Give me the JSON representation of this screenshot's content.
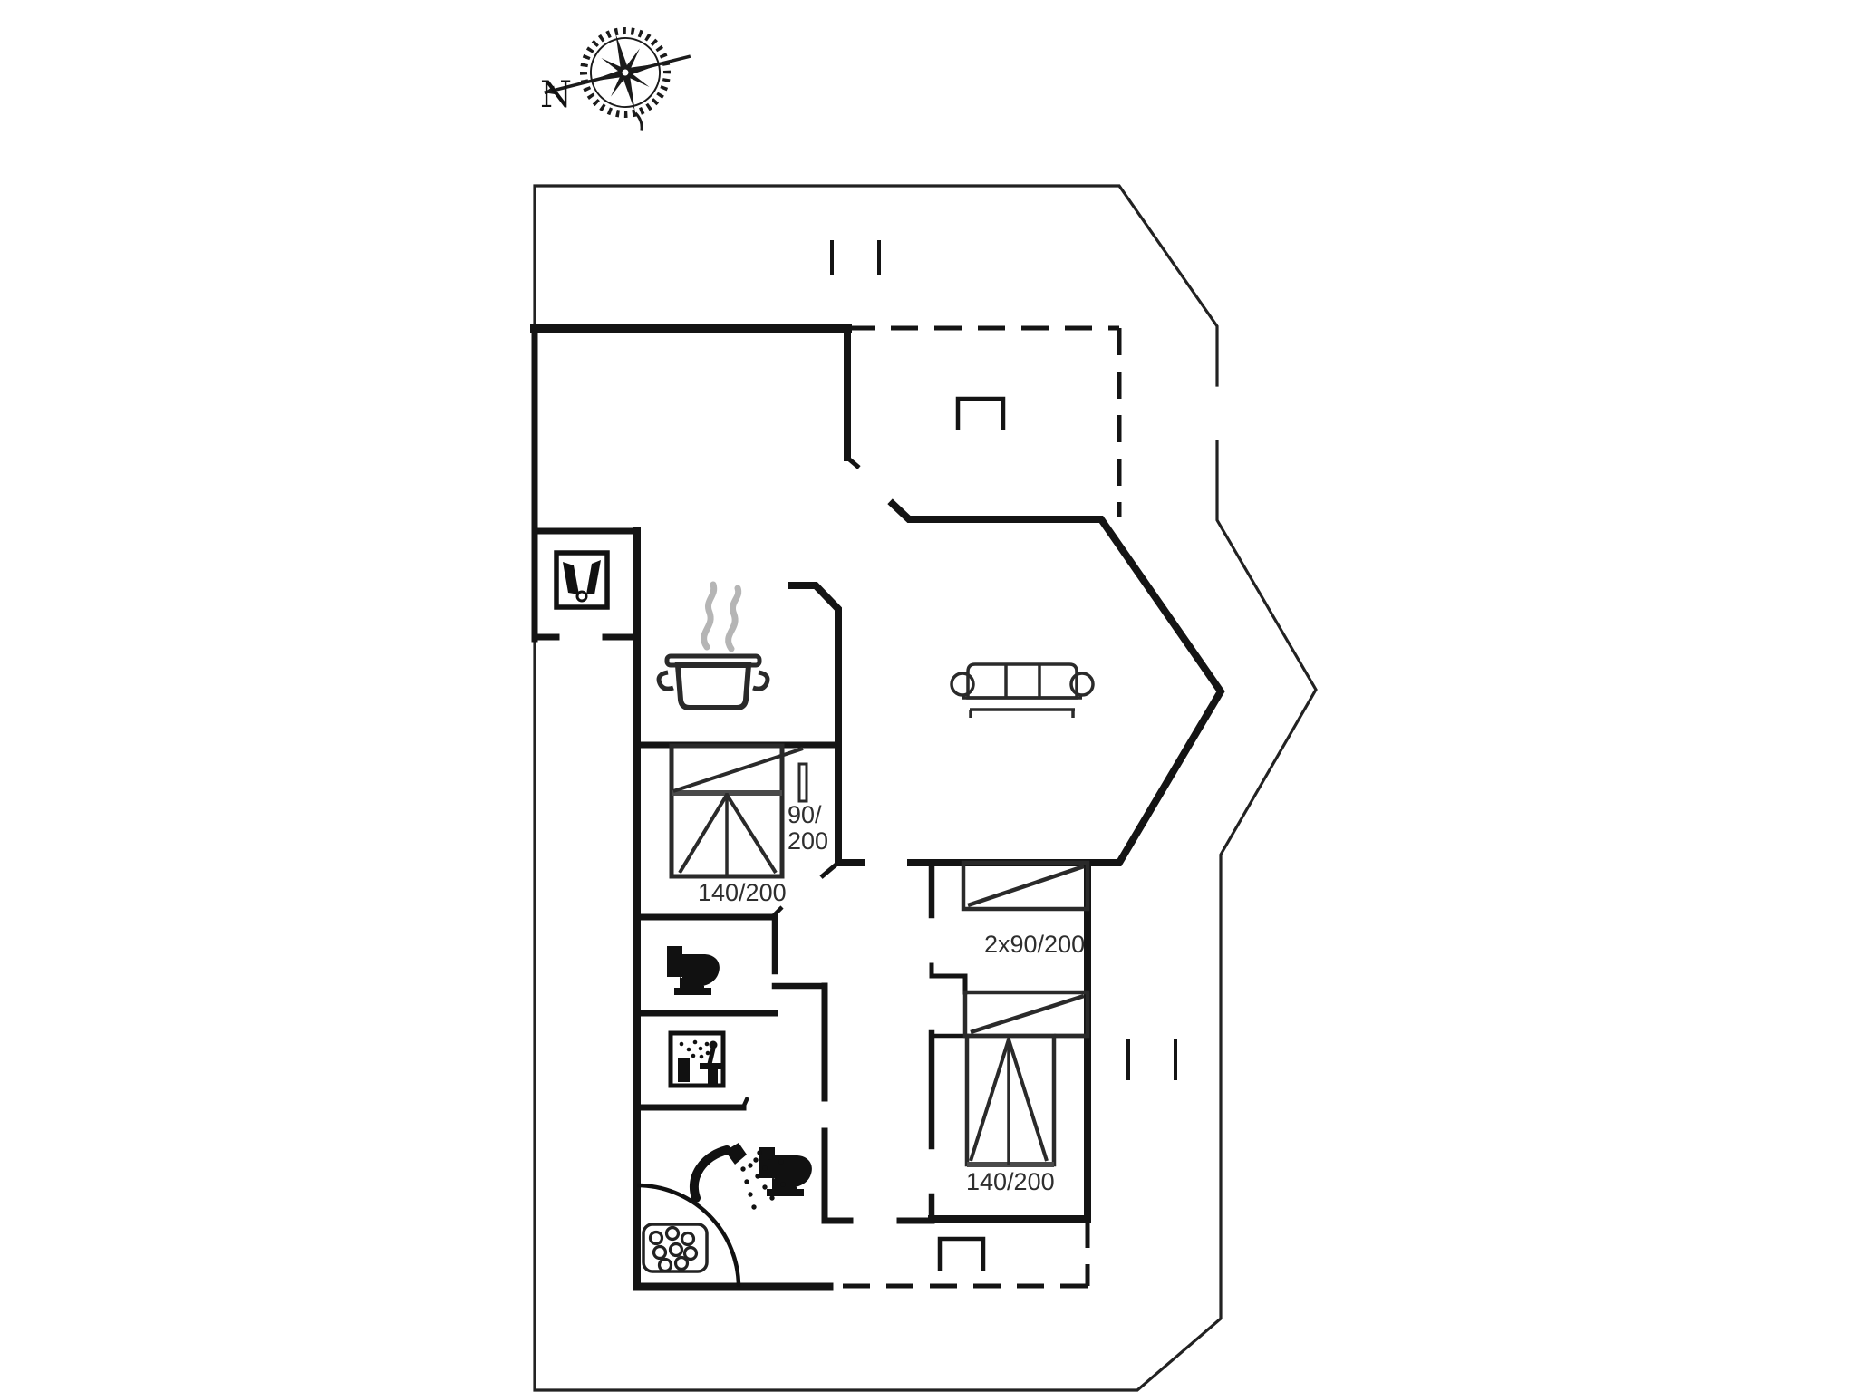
{
  "compass": {
    "north_label": "N"
  },
  "labels": {
    "bed_single_line1": "90/",
    "bed_single_line2": "200",
    "bed_double_left": "140/200",
    "bed_bunk": "2x90/200",
    "bed_double_right": "140/200"
  },
  "icons": [
    "compass-rose-icon",
    "coat-rack-icon",
    "cooking-pot-icon",
    "steam-icon",
    "sofa-icon",
    "toilet-icon",
    "sauna-icon",
    "shower-icon",
    "whirlpool-tub-icon",
    "double-bed-icon",
    "single-bed-icon",
    "bunk-bed-icon",
    "fireplace-icon",
    "step-icon"
  ],
  "colors": {
    "line": "#141414",
    "gray_accent": "#4a4a4a",
    "steam": "#b5b5b5",
    "background": "#ffffff"
  }
}
